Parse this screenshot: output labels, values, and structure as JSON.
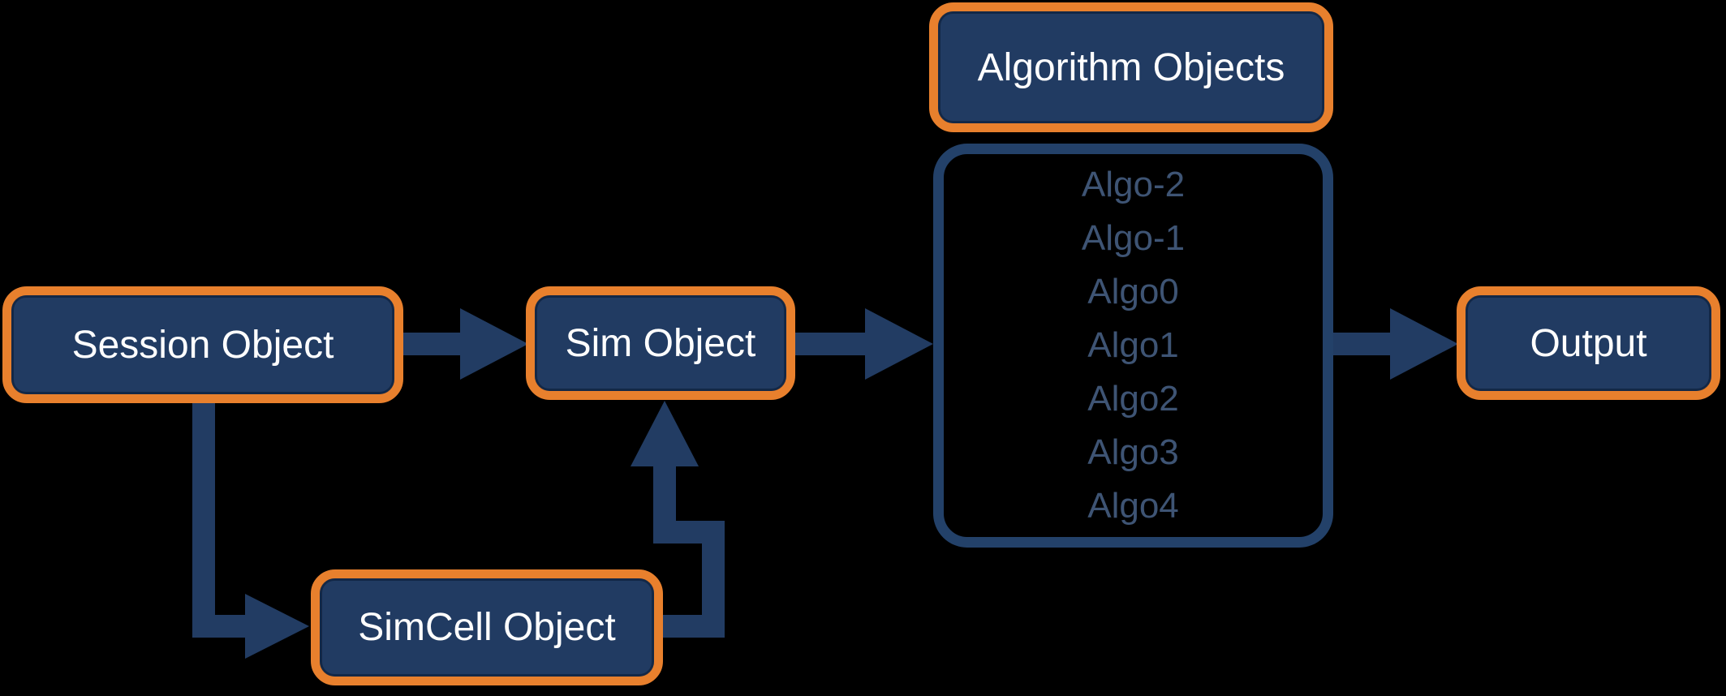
{
  "diagram": {
    "title_hint": "object flow diagram",
    "background_color": "#000000",
    "colors": {
      "box_fill": "#213B62",
      "box_border_orange": "#E8802D",
      "container_outline": "#234169",
      "arrow": "#223C63",
      "algo_list_text": "#3E5474",
      "label_text": "#FFFFFF"
    },
    "nodes": {
      "session": {
        "label": "Session Object"
      },
      "sim": {
        "label": "Sim Object"
      },
      "simcell": {
        "label": "SimCell Object"
      },
      "algorithm_header": {
        "label": "Algorithm Objects"
      },
      "output": {
        "label": "Output"
      },
      "algorithm_list": {
        "items": [
          "Algo-2",
          "Algo-1",
          "Algo0",
          "Algo1",
          "Algo2",
          "Algo3",
          "Algo4"
        ]
      }
    },
    "edges": [
      {
        "from": "session",
        "to": "sim",
        "style": "block-arrow-right"
      },
      {
        "from": "session",
        "to": "simcell",
        "style": "block-arrow-elbow-down-right"
      },
      {
        "from": "simcell",
        "to": "sim",
        "style": "block-arrow-elbow-up"
      },
      {
        "from": "sim",
        "to": "algorithm_container",
        "style": "block-arrow-right"
      },
      {
        "from": "algorithm_container",
        "to": "output",
        "style": "block-arrow-right"
      }
    ]
  }
}
